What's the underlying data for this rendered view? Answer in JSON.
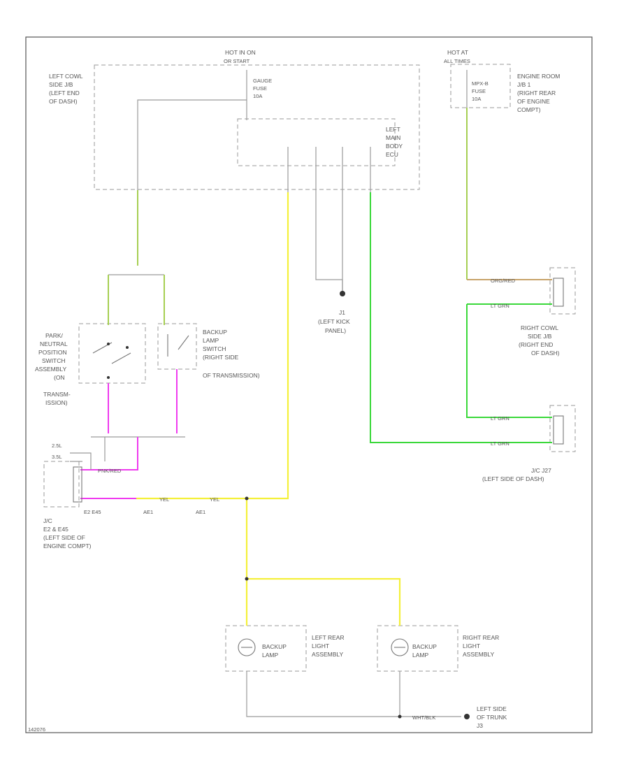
{
  "labels": {
    "hot_in_on": "HOT IN ON",
    "hot_in_on_sub": "OR START",
    "gauge_fuse": "GAUGE",
    "gauge_fuse_2": "FUSE",
    "gauge_fuse_3": "10A",
    "hot_at_all_times": "HOT AT",
    "hot_at_all_times_2": "ALL TIMES",
    "mpx_fuse_1": "MPX-B",
    "mpx_fuse_2": "FUSE",
    "mpx_fuse_3": "10A",
    "engine_room_jb_1": "ENGINE ROOM",
    "engine_room_jb_2": "J/B 1",
    "engine_room_jb_3": "(RIGHT REAR",
    "engine_room_jb_4": "OF ENGINE",
    "engine_room_jb_5": "COMPT)",
    "left_cowl_jb_1": "LEFT COWL",
    "left_cowl_jb_2": "SIDE J/B",
    "left_cowl_jb_3": "(LEFT END",
    "left_cowl_jb_4": "OF DASH)",
    "left_main_body_1": "LEFT",
    "left_main_body_2": "MAIN",
    "left_main_body_3": "BODY",
    "left_main_body_4": "ECU",
    "left_kick_1": "J1",
    "left_kick_2": "(LEFT KICK",
    "left_kick_3": "PANEL)",
    "right_cowl_1": "RIGHT COWL",
    "right_cowl_2": "SIDE J/B",
    "right_cowl_3": "(RIGHT END",
    "right_cowl_4": "OF DASH)",
    "jc_j27_1": "J/C J27",
    "jc_j27_2": "(LEFT SIDE OF DASH)",
    "pnp_1": "PARK/",
    "pnp_2": "NEUTRAL",
    "pnp_3": "POSITION",
    "pnp_4": "SWITCH",
    "pnp_5": "ASSEMBLY",
    "pnp_6": "(ON",
    "pnp_7": "TRANSM-",
    "pnp_8": "ISSION)",
    "backup_sw_1": "BACKUP",
    "backup_sw_2": "LAMP",
    "backup_sw_3": "SWITCH",
    "backup_sw_4": "(RIGHT SIDE",
    "backup_sw_5": "OF TRANSMISSION)",
    "jc_e2_1": "J/C",
    "jc_e2_2": "E2 & E45",
    "jc_e2_3": "(LEFT SIDE OF",
    "jc_e2_4": "ENGINE COMPT)",
    "conn_e2e45": "E2 E45",
    "conn_ae1": "AE1",
    "conn_ae1b": "AE1",
    "opt_25l": "2.5L",
    "opt_35l": "3.5L",
    "wire_ltgrn": "LT GRN",
    "wire_ltgrn2": "LT GRN",
    "wire_ltgrn3": "LT GRN",
    "wire_orgred": "ORG/RED",
    "wire_yel": "YEL",
    "wire_yel2": "YEL",
    "wire_pnkred": "PNK/RED",
    "wire_whtblk": "WHT/BLK",
    "lamp_left": "BACKUP",
    "lamp_left_2": "LAMP",
    "lamp_right": "BACKUP",
    "lamp_right_2": "LAMP",
    "left_rear_1": "LEFT REAR",
    "left_rear_2": "LIGHT",
    "left_rear_3": "ASSEMBLY",
    "right_rear_1": "RIGHT REAR",
    "right_rear_2": "LIGHT",
    "right_rear_3": "ASSEMBLY",
    "ground_1": "LEFT SIDE",
    "ground_2": "OF TRUNK",
    "ground_3": "J3",
    "footer_id": "142076"
  }
}
